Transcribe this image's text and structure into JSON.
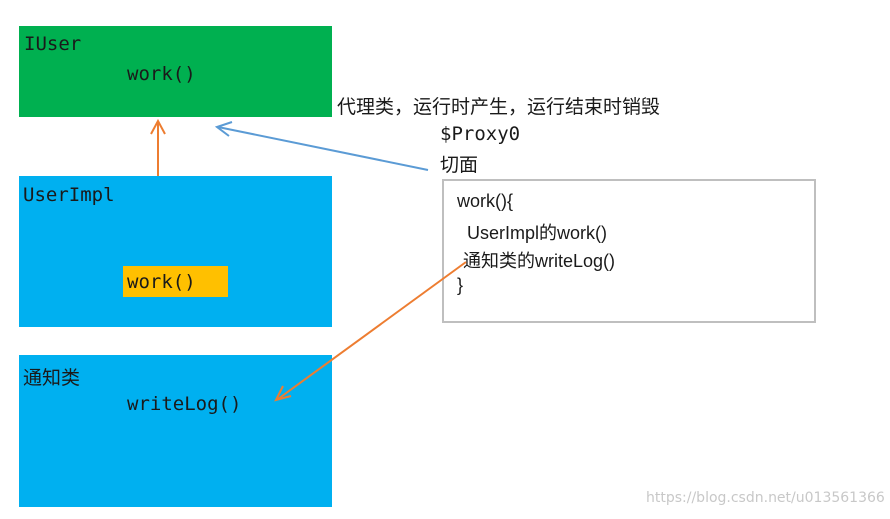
{
  "iuser": {
    "title": "IUser",
    "method": "work()"
  },
  "userimpl": {
    "title": "UserImpl",
    "method": "work()"
  },
  "notify": {
    "title": "通知类",
    "method": "writeLog()"
  },
  "proxy": {
    "description": "代理类，运行时产生，运行结束时销毁",
    "name": "$Proxy0",
    "aspect_label": "切面"
  },
  "code": {
    "line1": "work(){",
    "line2": "UserImpl的work()",
    "line3": "通知类的writeLog()",
    "line4": "}"
  },
  "watermark": "https://blog.csdn.net/u013561366",
  "colors": {
    "interface_fill": "#00b050",
    "class_fill": "#00b0f0",
    "highlight_fill": "#ffc000",
    "orange_arrow": "#ed7d31",
    "blue_arrow": "#5b9bd5"
  }
}
